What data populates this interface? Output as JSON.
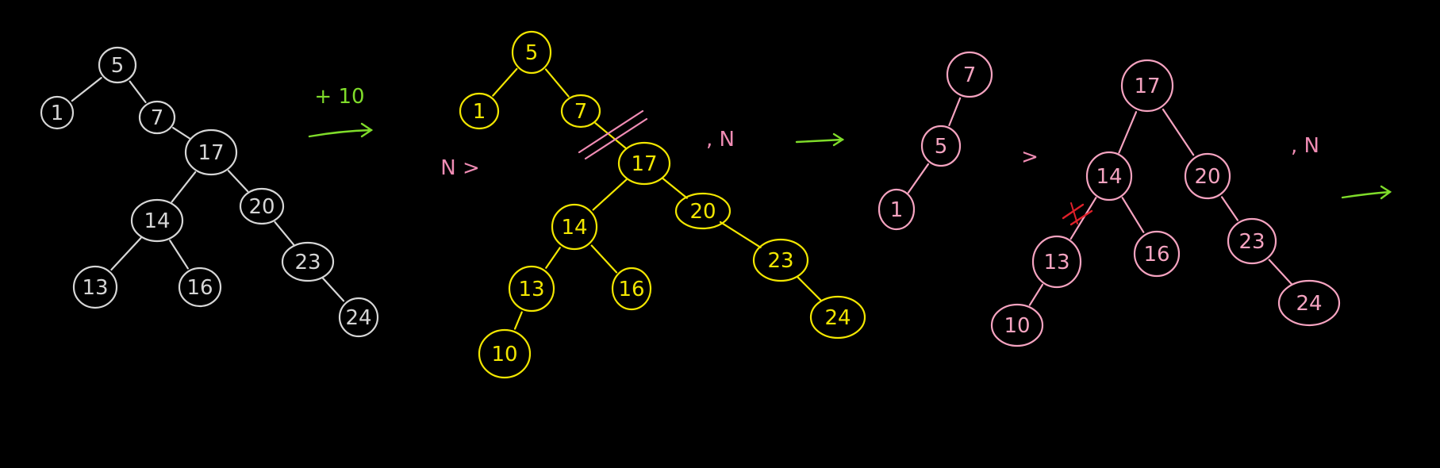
{
  "colors": {
    "background": "#000000",
    "tree1": "#d6d6d6",
    "tree2": "#f2e600",
    "tree3": "#f5a3c0",
    "arrow": "#7fdc2a",
    "cut_red": "#e0202a",
    "note_pink": "#f08cb4"
  },
  "annotations": {
    "plus_label": "+ 10",
    "n_left": "N >",
    "comma_n_mid": ", N",
    "gt_right": ">",
    "comma_n_right": ", N"
  },
  "trees": [
    {
      "id": "tree1",
      "nodes": [
        {
          "id": "t1-5",
          "label": "5"
        },
        {
          "id": "t1-1",
          "label": "1"
        },
        {
          "id": "t1-7",
          "label": "7"
        },
        {
          "id": "t1-17",
          "label": "17"
        },
        {
          "id": "t1-14",
          "label": "14"
        },
        {
          "id": "t1-20",
          "label": "20"
        },
        {
          "id": "t1-13",
          "label": "13"
        },
        {
          "id": "t1-16",
          "label": "16"
        },
        {
          "id": "t1-23",
          "label": "23"
        },
        {
          "id": "t1-24",
          "label": "24"
        }
      ],
      "edges": [
        [
          "t1-5",
          "t1-1"
        ],
        [
          "t1-5",
          "t1-7"
        ],
        [
          "t1-7",
          "t1-17"
        ],
        [
          "t1-17",
          "t1-14"
        ],
        [
          "t1-17",
          "t1-20"
        ],
        [
          "t1-14",
          "t1-13"
        ],
        [
          "t1-14",
          "t1-16"
        ],
        [
          "t1-20",
          "t1-23"
        ],
        [
          "t1-23",
          "t1-24"
        ]
      ]
    },
    {
      "id": "tree2",
      "nodes": [
        {
          "id": "t2-5",
          "label": "5"
        },
        {
          "id": "t2-1",
          "label": "1"
        },
        {
          "id": "t2-7",
          "label": "7"
        },
        {
          "id": "t2-17",
          "label": "17"
        },
        {
          "id": "t2-14",
          "label": "14"
        },
        {
          "id": "t2-20",
          "label": "20"
        },
        {
          "id": "t2-13",
          "label": "13"
        },
        {
          "id": "t2-16",
          "label": "16"
        },
        {
          "id": "t2-23",
          "label": "23"
        },
        {
          "id": "t2-10",
          "label": "10"
        },
        {
          "id": "t2-24",
          "label": "24"
        }
      ],
      "edges": [
        [
          "t2-5",
          "t2-1"
        ],
        [
          "t2-5",
          "t2-7"
        ],
        [
          "t2-7",
          "t2-17"
        ],
        [
          "t2-17",
          "t2-14"
        ],
        [
          "t2-17",
          "t2-20"
        ],
        [
          "t2-14",
          "t2-13"
        ],
        [
          "t2-14",
          "t2-16"
        ],
        [
          "t2-13",
          "t2-10"
        ],
        [
          "t2-20",
          "t2-23"
        ],
        [
          "t2-23",
          "t2-24"
        ]
      ]
    },
    {
      "id": "tree3a",
      "nodes": [
        {
          "id": "t3a-7",
          "label": "7"
        },
        {
          "id": "t3a-5",
          "label": "5"
        },
        {
          "id": "t3a-1",
          "label": "1"
        }
      ],
      "edges": [
        [
          "t3a-7",
          "t3a-5"
        ],
        [
          "t3a-5",
          "t3a-1"
        ]
      ]
    },
    {
      "id": "tree3b",
      "nodes": [
        {
          "id": "t3b-17",
          "label": "17"
        },
        {
          "id": "t3b-14",
          "label": "14"
        },
        {
          "id": "t3b-20",
          "label": "20"
        },
        {
          "id": "t3b-13",
          "label": "13"
        },
        {
          "id": "t3b-16",
          "label": "16"
        },
        {
          "id": "t3b-23",
          "label": "23"
        },
        {
          "id": "t3b-10",
          "label": "10"
        },
        {
          "id": "t3b-24",
          "label": "24"
        }
      ],
      "edges": [
        [
          "t3b-17",
          "t3b-14"
        ],
        [
          "t3b-17",
          "t3b-20"
        ],
        [
          "t3b-14",
          "t3b-13"
        ],
        [
          "t3b-14",
          "t3b-16"
        ],
        [
          "t3b-13",
          "t3b-10"
        ],
        [
          "t3b-20",
          "t3b-23"
        ],
        [
          "t3b-23",
          "t3b-24"
        ]
      ]
    }
  ]
}
